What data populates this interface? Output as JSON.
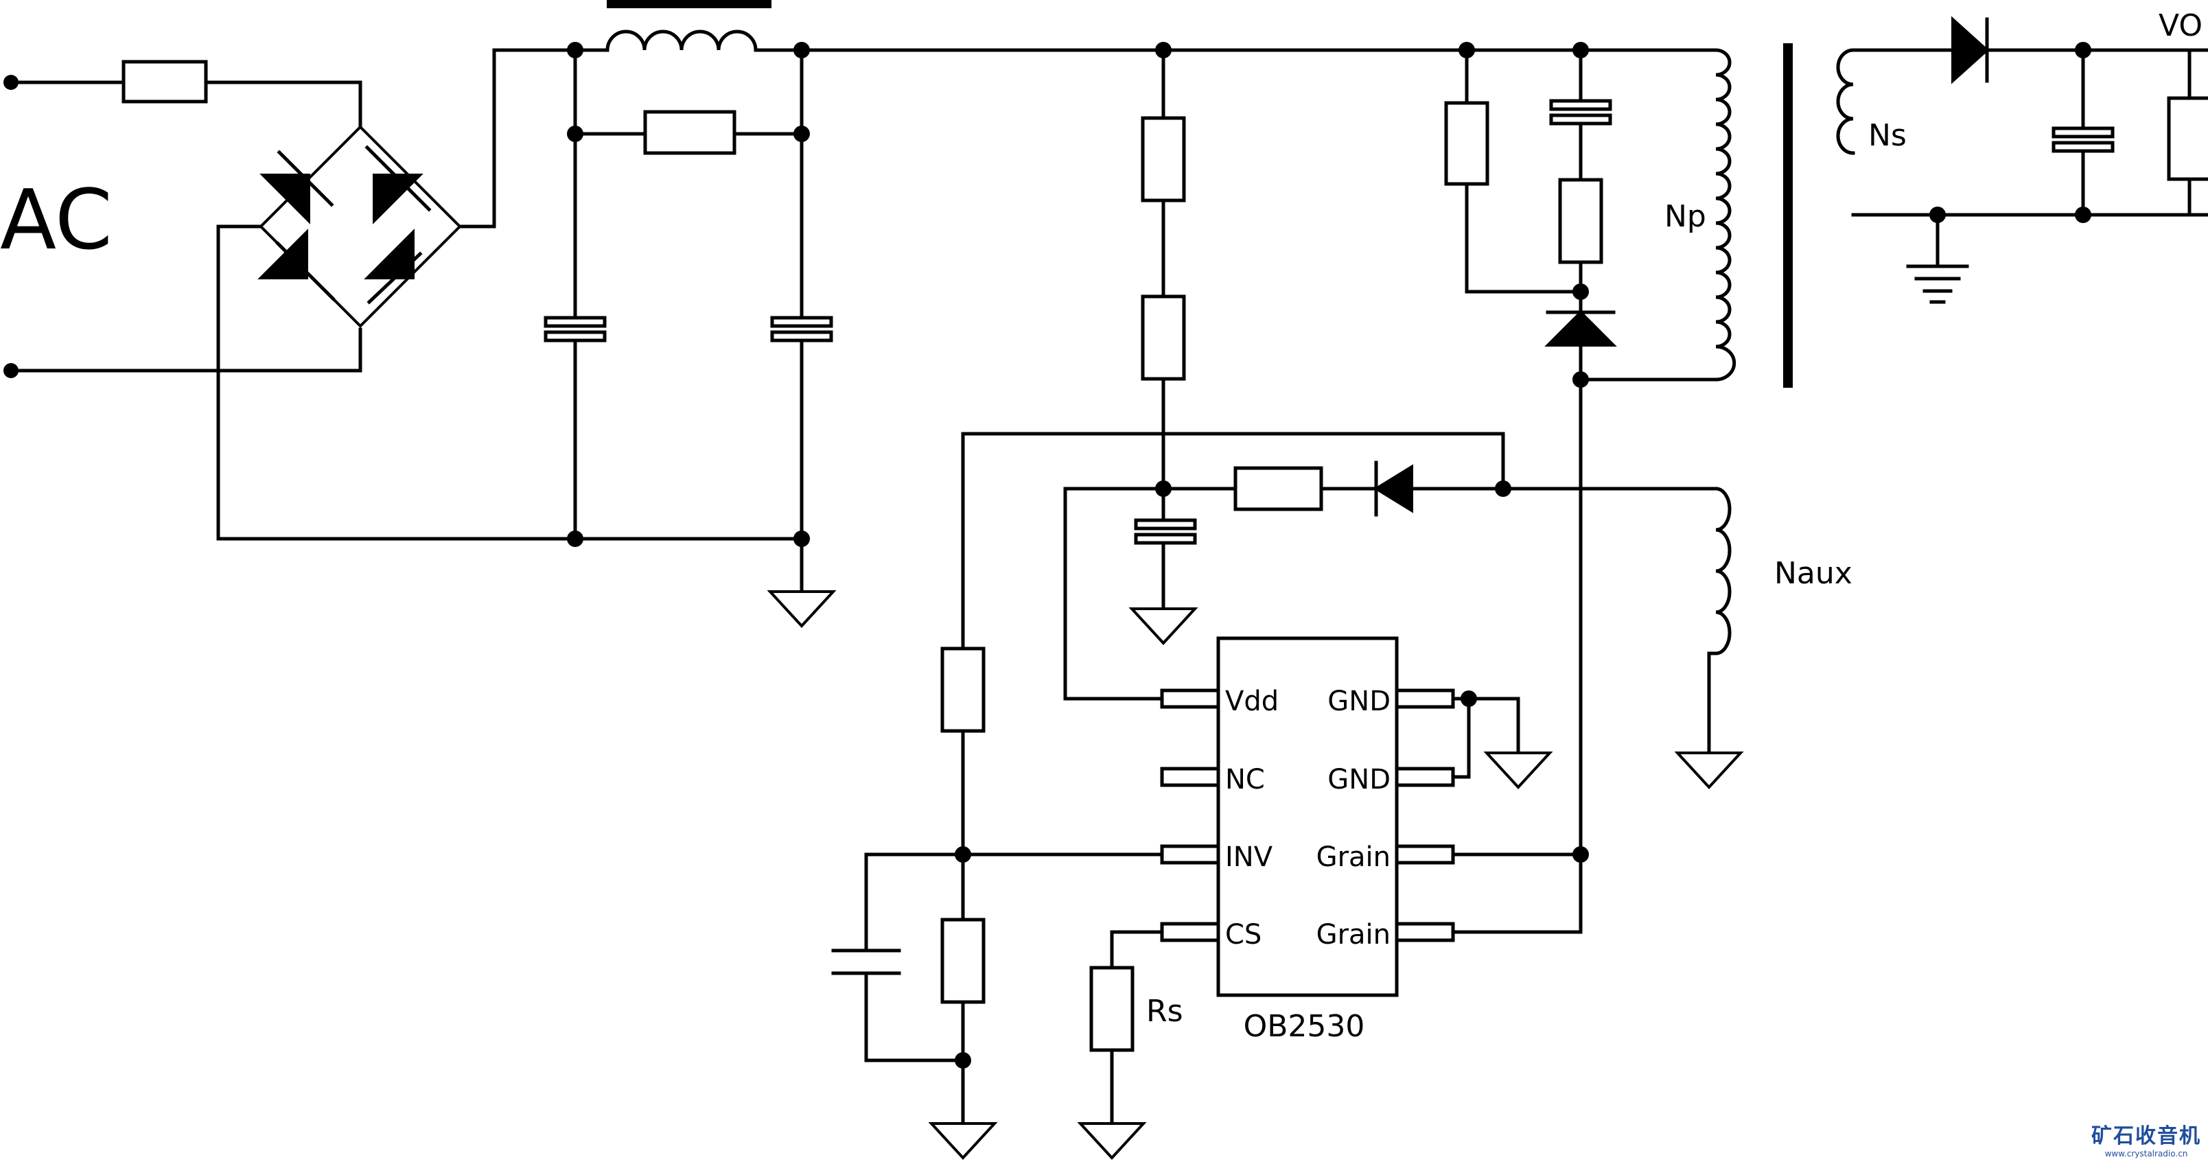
{
  "labels": {
    "ac": "AC",
    "vo": "VO",
    "np": "Np",
    "ns": "Ns",
    "naux": "Naux",
    "rs": "Rs",
    "chip_name": "OB2530"
  },
  "ic_pins": {
    "left": [
      "Vdd",
      "NC",
      "INV",
      "CS"
    ],
    "right": [
      "GND",
      "GND",
      "Grain",
      "Grain"
    ]
  },
  "watermark": {
    "cn": "矿石收音机",
    "en": "www.crystalradio.cn"
  }
}
